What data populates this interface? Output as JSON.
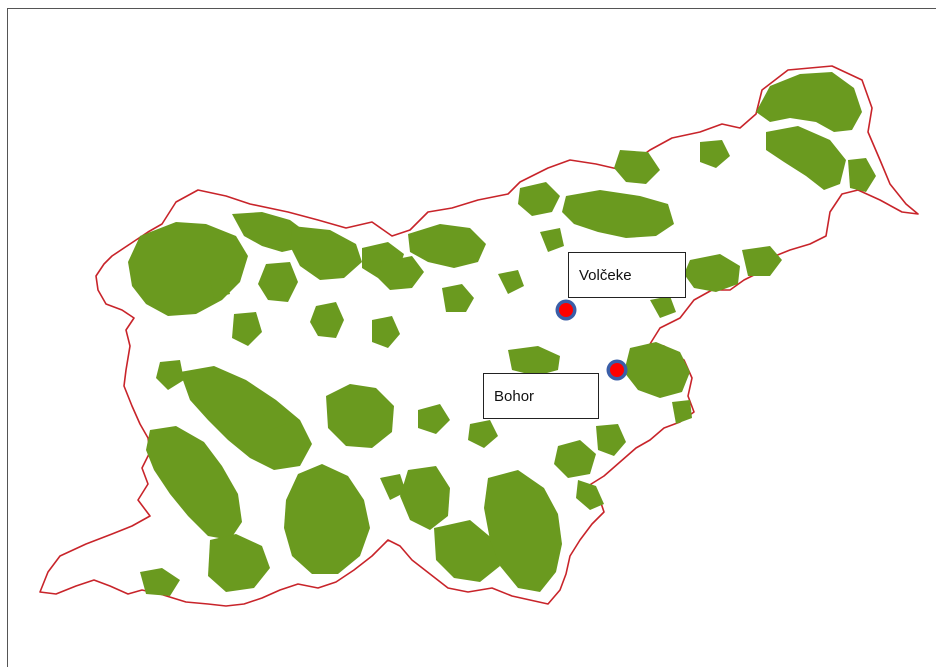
{
  "map": {
    "background_color": "#ffffff",
    "border_color": "#c8242a",
    "forest_color": "#6a9a1f",
    "marker_fill": "#ff0000",
    "marker_ring": "#3a5ea8"
  },
  "locations": [
    {
      "id": "volceke",
      "label": "Volčeke"
    },
    {
      "id": "bohor",
      "label": "Bohor"
    }
  ]
}
